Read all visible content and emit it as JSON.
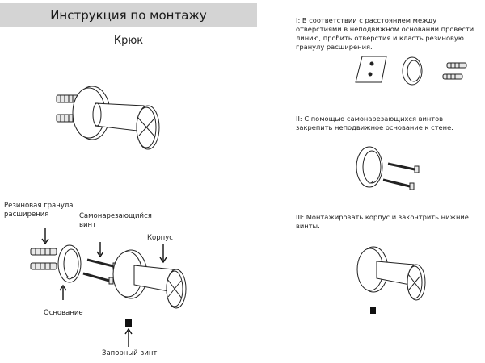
{
  "header": {
    "title": "Инструкция по монтажу",
    "subtitle": "Крюк"
  },
  "labels": {
    "rubber_granule": "Резиновая гранула\nрасширения",
    "self_tapping_screw": "Самонарезающийся\nвинт",
    "body": "Корпус",
    "base": "Основание",
    "locking_screw": "Запорный винт"
  },
  "steps": [
    {
      "text": "I: В соответствии с расстоянием между отверстиями в неподвижном основании провести линию, пробить отверстия и класть резиновую гранулу расширения."
    },
    {
      "text": "II: С помощью самонарезающихся винтов закрепить неподвижное основание к стене."
    },
    {
      "text": "III: Монтажировать корпус и законтрить нижние винты."
    }
  ]
}
